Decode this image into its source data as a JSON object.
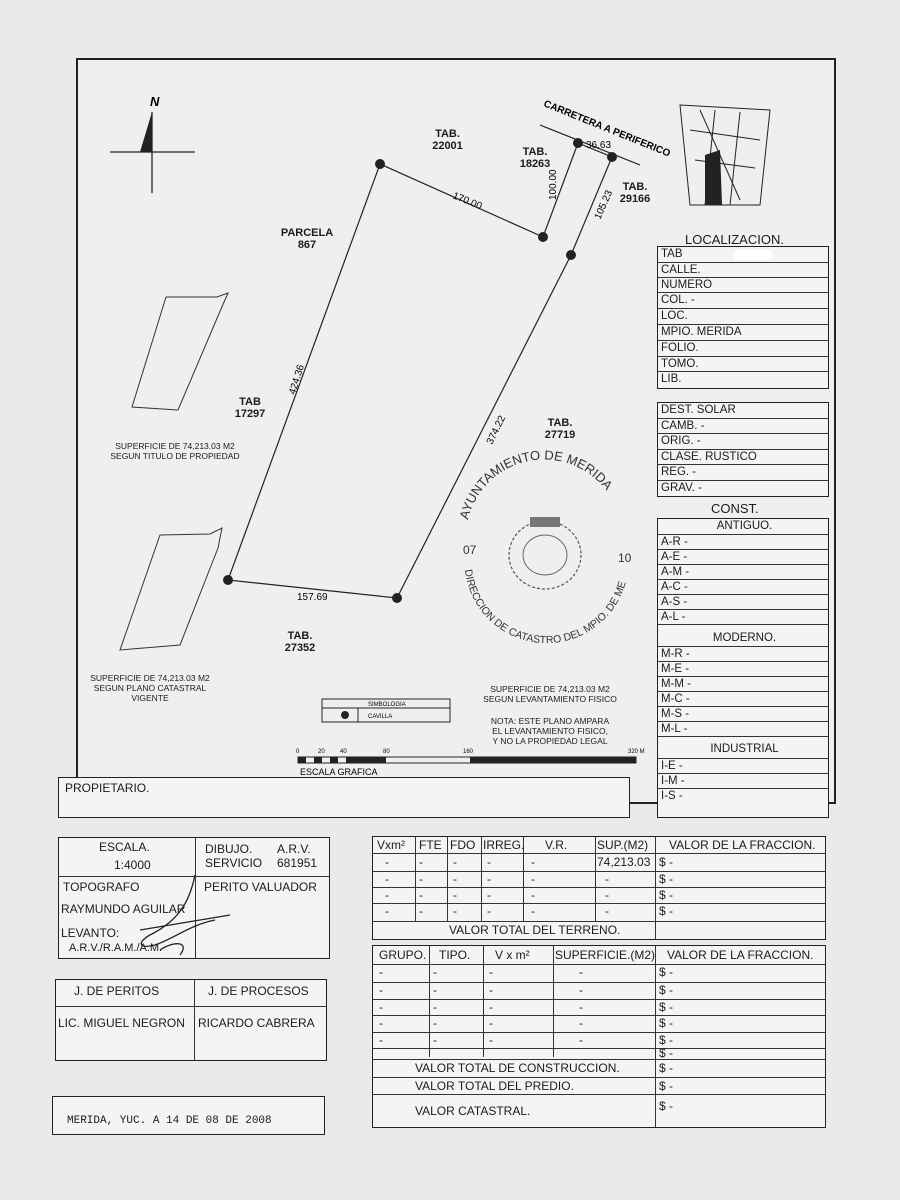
{
  "north": "N",
  "map": {
    "road": "CARRETERA A PERIFERICO",
    "tab_22001": [
      "TAB.",
      "22001"
    ],
    "tab_18263": [
      "TAB.",
      "18263"
    ],
    "tab_29166": [
      "TAB.",
      "29166"
    ],
    "parcela": [
      "PARCELA",
      "867"
    ],
    "tab_17297": [
      "TAB",
      "17297"
    ],
    "tab_27719": [
      "TAB.",
      "27719"
    ],
    "tab_27352": [
      "TAB.",
      "27352"
    ],
    "dims": {
      "d170": "170.00",
      "d100": "100.00",
      "d3663": "36.63",
      "d10523": "105.23",
      "d42436": "424.36",
      "d37422": "374.22",
      "d15769": "157.69"
    },
    "note_titulo": [
      "SUPERFICIE DE 74,213.03 M2",
      "SEGUN TITULO DE PROPIEDAD"
    ],
    "note_plano": [
      "SUPERFICIE DE 74,213.03 M2",
      "SEGUN PLANO CATASTRAL",
      "VIGENTE"
    ],
    "note_levant": [
      "SUPERFICIE DE 74,213.03 M2",
      "SEGUN LEVANTAMIENTO FISICO"
    ],
    "nota": [
      "NOTA: ESTE PLANO AMPARA",
      "EL LEVANTAMIENTO FISICO,",
      "Y NO LA PROPIEDAD LEGAL"
    ],
    "simbologia": "SIMBOLOGIA",
    "cavilla": "CAVILLA",
    "scale_ticks": [
      "0",
      "20",
      "40",
      "80",
      "160",
      "320 M"
    ],
    "escala_grafica": "ESCALA GRAFICA",
    "seal_top": "AYUNTAMIENTO DE MERIDA",
    "seal_bottom": "DIRECCION DE CATASTRO DEL MPIO. DE MERIDA",
    "seal_left": "07",
    "seal_right": "10"
  },
  "localizacion": {
    "title": "LOCALIZACION.",
    "rows": [
      "TAB",
      "CALLE.",
      "NUMERO",
      "COL. -",
      "LOC.",
      "MPIO. MERIDA",
      "FOLIO.",
      "TOMO.",
      "LIB."
    ]
  },
  "dest": {
    "rows": [
      "DEST.  SOLAR",
      "CAMB. -",
      "ORIG. -",
      "CLASE.  RUSTICO",
      "REG. -",
      "GRAV. -"
    ]
  },
  "const": {
    "title": "CONST.",
    "antiguo": "ANTIGUO.",
    "antiguo_rows": [
      "A-R  -",
      "A-E  -",
      "A-M  -",
      "A-C  -",
      "A-S  -",
      "A-L  -"
    ],
    "moderno": "MODERNO.",
    "moderno_rows": [
      "M-R  -",
      "M-E  -",
      "M-M  -",
      "M-C  -",
      "M-S  -",
      "M-L  -"
    ],
    "industrial": "INDUSTRIAL",
    "industrial_rows": [
      "I-E  -",
      "I-M  -",
      "I-S  -"
    ]
  },
  "propietario": "PROPIETARIO.",
  "escala_box": {
    "title": "ESCALA.",
    "value": "1:4000"
  },
  "dibujo": {
    "label1": "DIBUJO.",
    "val1": "A.R.V.",
    "label2": "SERVICIO",
    "val2": "681951"
  },
  "topografo": {
    "label": "TOPOGRAFO",
    "name": "RAYMUNDO AGUILAR",
    "levanto": "LEVANTO:",
    "levanto_val": "A.R.V./R.A.M./A.M."
  },
  "perito": "PERITO VALUADOR",
  "jperitos": {
    "label": "J. DE PERITOS",
    "name": "LIC. MIGUEL NEGRON"
  },
  "jprocesos": {
    "label": "J. DE PROCESOS",
    "name": "RICARDO CABRERA"
  },
  "fecha": "MERIDA, YUC. A 14 DE 08 DE 2008",
  "terreno": {
    "headers": [
      "Vxm²",
      "FTE",
      "FDO",
      "IRREG.",
      "V.R.",
      "SUP.(M2)",
      "VALOR DE LA FRACCION."
    ],
    "sup_value": "74,213.03",
    "dash": "-",
    "money": "$ -",
    "total": "VALOR TOTAL DEL TERRENO."
  },
  "construccion": {
    "headers": [
      "GRUPO.",
      "TIPO.",
      "V x m²",
      "SUPERFICIE.(M2)",
      "VALOR DE LA FRACCION."
    ],
    "total_const": "VALOR TOTAL DE CONSTRUCCION.",
    "total_predio": "VALOR TOTAL DEL PREDIO.",
    "catastral": "VALOR CATASTRAL."
  }
}
